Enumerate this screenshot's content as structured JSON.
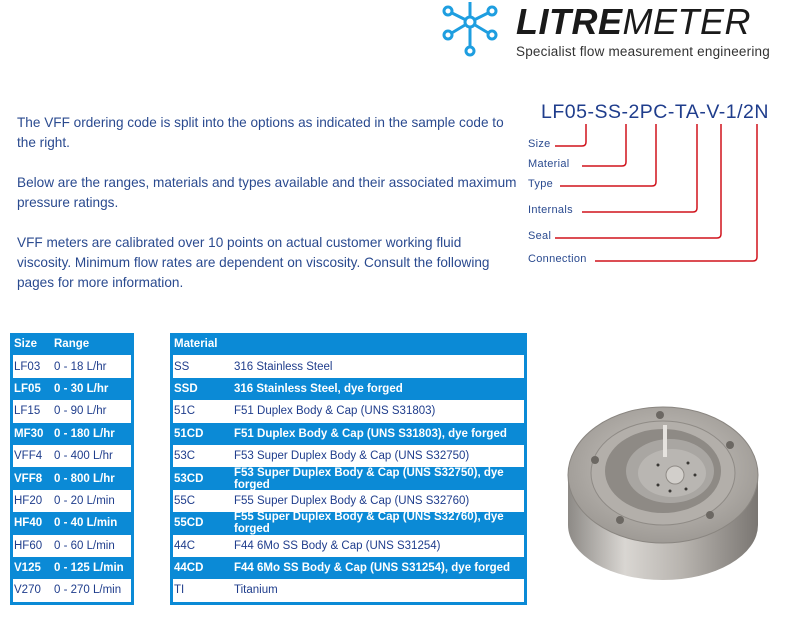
{
  "logo": {
    "brand_bold": "LITRE",
    "brand_light": "METER",
    "tagline": "Specialist flow measurement engineering",
    "icon": "molecule-network-icon",
    "accent_color": "#1e9ee0"
  },
  "intro": {
    "paragraphs": [
      "The VFF ordering code is split into the options as indicated in the sample code to the right.",
      "Below are the ranges, materials and types available and their associated maximum pressure ratings.",
      "VFF meters are calibrated over 10 points on actual customer working fluid viscosity. Minimum flow rates are dependent on viscosity. Consult the following pages for more information."
    ]
  },
  "code_diagram": {
    "sample_code": "LF05-SS-2PC-TA-V-1/2N",
    "labels": [
      "Size",
      "Material",
      "Type",
      "Internals",
      "Seal",
      "Connection"
    ],
    "line_color": "#d0121b"
  },
  "range_table": {
    "headers": [
      "Size",
      "Range"
    ],
    "rows": [
      [
        "LF03",
        "0 - 18 L/hr"
      ],
      [
        "LF05",
        "0 - 30 L/hr"
      ],
      [
        "LF15",
        "0 - 90 L/hr"
      ],
      [
        "MF30",
        "0 - 180 L/hr"
      ],
      [
        "VFF4",
        "0 - 400 L/hr"
      ],
      [
        "VFF8",
        "0 - 800 L/hr"
      ],
      [
        "HF20",
        "0 - 20 L/min"
      ],
      [
        "HF40",
        "0 - 40 L/min"
      ],
      [
        "HF60",
        "0 - 60 L/min"
      ],
      [
        "V125",
        "0 - 125 L/min"
      ],
      [
        "V270",
        "0 - 270 L/min"
      ]
    ]
  },
  "material_table": {
    "headers": [
      "Material",
      ""
    ],
    "rows": [
      [
        "SS",
        "316 Stainless Steel"
      ],
      [
        "SSD",
        "316 Stainless Steel, dye forged"
      ],
      [
        "51C",
        "F51 Duplex Body & Cap (UNS S31803)"
      ],
      [
        "51CD",
        "F51 Duplex Body & Cap (UNS S31803), dye forged"
      ],
      [
        "53C",
        "F53 Super Duplex Body & Cap (UNS S32750)"
      ],
      [
        "53CD",
        "F53 Super Duplex Body & Cap (UNS S32750), dye forged"
      ],
      [
        "55C",
        "F55 Super Duplex Body & Cap (UNS S32760)"
      ],
      [
        "55CD",
        "F55 Super Duplex Body & Cap (UNS S32760), dye forged"
      ],
      [
        "44C",
        "F44 6Mo SS Body & Cap (UNS S31254)"
      ],
      [
        "44CD",
        "F44 6Mo SS Body & Cap (UNS S31254), dye forged"
      ],
      [
        "TI",
        "Titanium"
      ]
    ]
  },
  "product_image": {
    "alt": "VFF flow meter product photo"
  },
  "colors": {
    "table_blue": "#0b8ad6",
    "text_blue": "#2a4a8f"
  }
}
